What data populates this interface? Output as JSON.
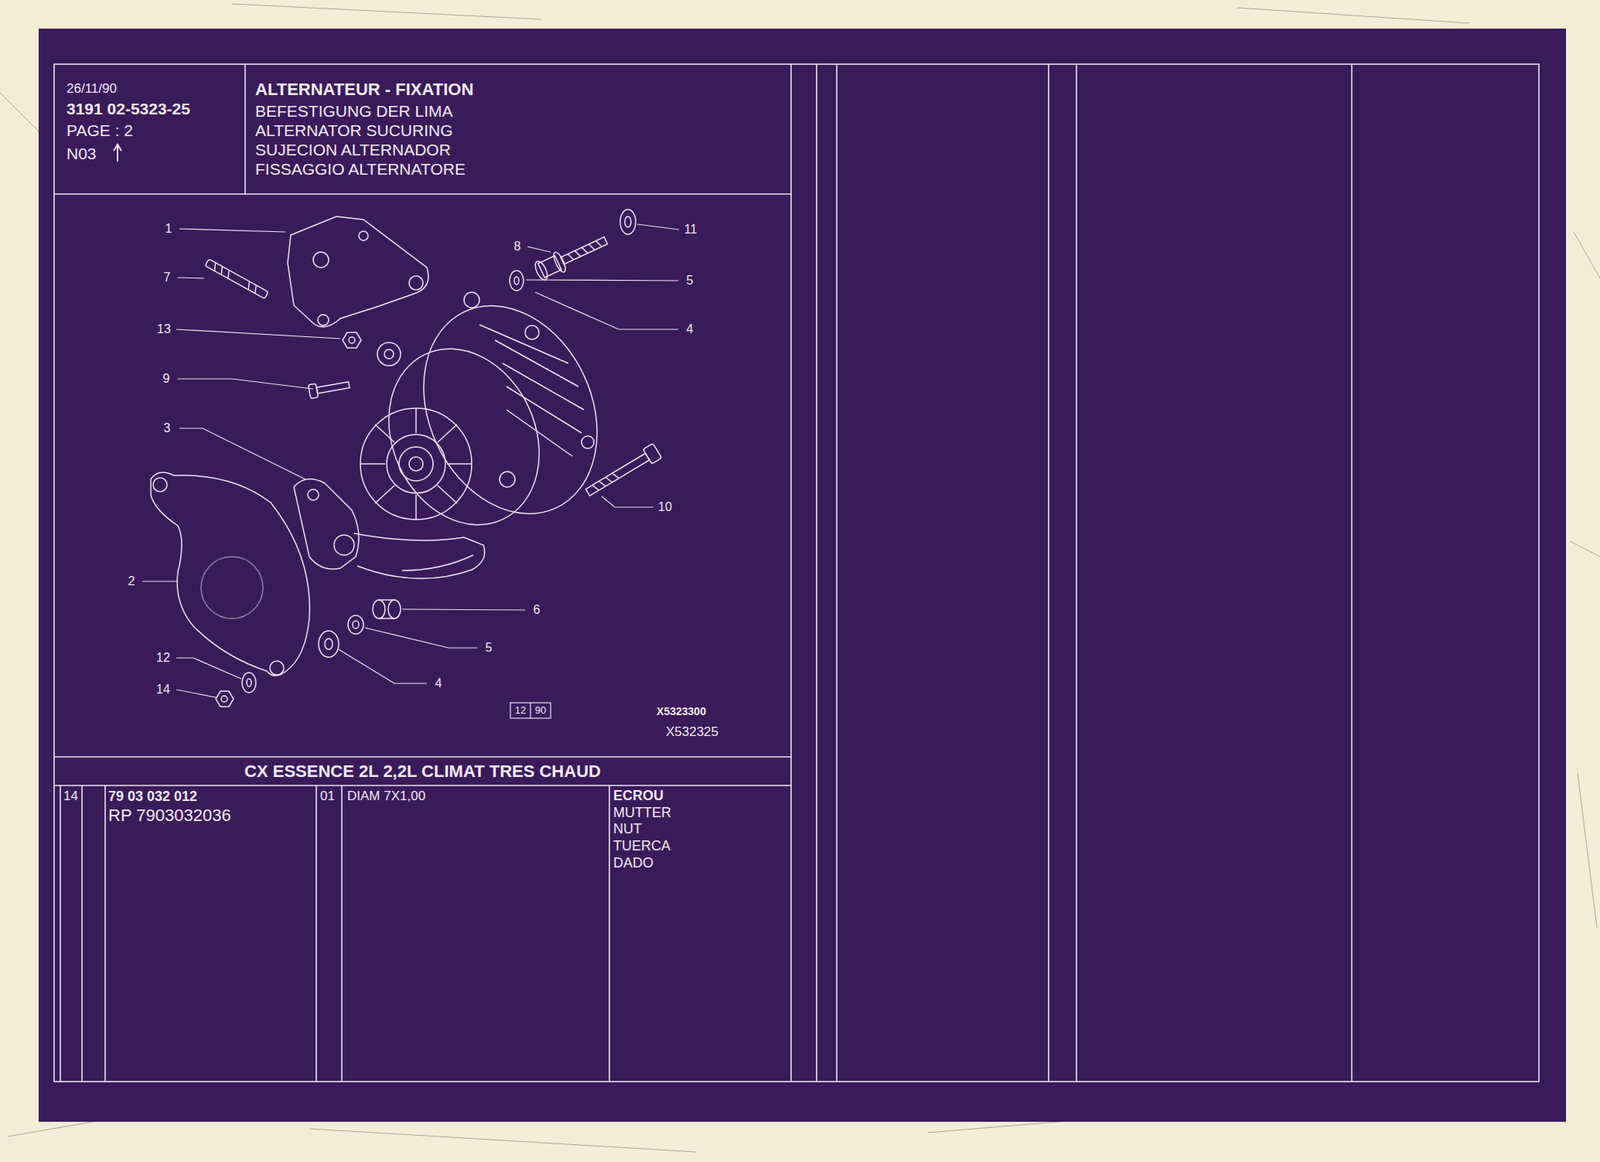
{
  "diagram": {
    "title": "ALTERNATEUR - FIXATION",
    "nodes": [
      {
        "text": [
          "26/11/90",
          "3191 02-5323-25",
          "PAGE : 2",
          "N03"
        ]
      },
      {
        "text": [
          "BEFESTIGUNG DER LIMA",
          "ALTERNATOR SUCURING",
          "SUJECION ALTERNADOR",
          "FISSAGGIO ALTERNATORE"
        ]
      },
      {
        "text": [
          "CX ESSENCE 2L 2,2L CLIMAT TRES CHAUD"
        ]
      },
      {
        "text": [
          "14"
        ]
      },
      {
        "text": [
          "79 03 032 012",
          "RP 7903032036"
        ]
      },
      {
        "text": [
          "01"
        ]
      },
      {
        "text": [
          "DIAM 7X1,00"
        ]
      },
      {
        "text": [
          "ECROU",
          "MUTTER",
          "NUT",
          "TUERCA",
          "DADO"
        ]
      }
    ],
    "labels": [
      "1",
      "7",
      "13",
      "9",
      "3",
      "2",
      "12",
      "14",
      "8",
      "11",
      "5",
      "4",
      "10",
      "6",
      "5",
      "4",
      "12",
      "90",
      "X5323300",
      "X532325"
    ]
  }
}
